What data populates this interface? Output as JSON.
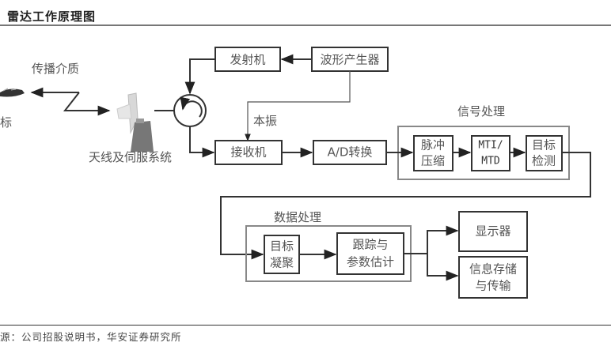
{
  "header": {
    "title": "雷达工作原理图"
  },
  "footer": {
    "source": "源：公司招股说明书，华安证券研究所"
  },
  "diagram": {
    "labels": {
      "medium": "传播介质",
      "target": "标",
      "antenna": "天线及伺服系统",
      "local_osc": "本振",
      "signal_group": "信号处理",
      "data_group": "数据处理"
    },
    "blocks": {
      "transmitter": "发射机",
      "waveform": "波形产生器",
      "receiver": "接收机",
      "adc": "A/D转换",
      "pulse_l1": "脉冲",
      "pulse_l2": "压缩",
      "mti_l1": "MTI/",
      "mti_l2": "MTD",
      "detect_l1": "目标",
      "detect_l2": "检测",
      "cluster_l1": "目标",
      "cluster_l2": "凝聚",
      "track_l1": "跟踪与",
      "track_l2": "参数估计",
      "display": "显示器",
      "storage_l1": "信息存储",
      "storage_l2": "与传输"
    }
  }
}
